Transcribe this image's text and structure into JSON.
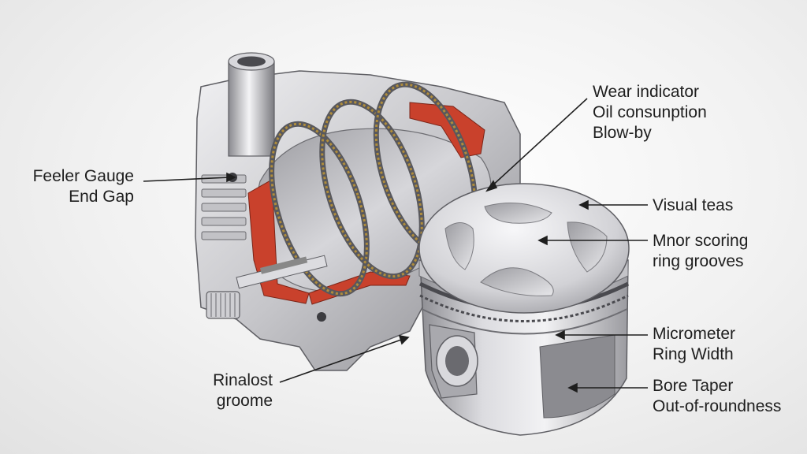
{
  "labels": {
    "wear": {
      "lines": [
        "Wear indicator",
        "Oil consunption",
        "Blow-by"
      ]
    },
    "feeler": {
      "lines": [
        "Feeler Gauge",
        "End Gap"
      ]
    },
    "visual": {
      "lines": [
        "Visual teas"
      ]
    },
    "scoring": {
      "lines": [
        "Mnor scoring",
        "ring grooves"
      ]
    },
    "micrometer": {
      "lines": [
        "Micrometer",
        "Ring Width"
      ]
    },
    "bore": {
      "lines": [
        "Bore Taper",
        "Out-of-roundness"
      ]
    },
    "rinalost": {
      "lines": [
        "Rinalost",
        "groome"
      ]
    }
  },
  "colors": {
    "metal_light": "#e4e4e6",
    "metal_mid": "#b9b9bd",
    "metal_dark": "#7d7d82",
    "cut_red": "#c9412c",
    "ring_gold": "#b08d3c",
    "leader": "#1e1e1e"
  }
}
